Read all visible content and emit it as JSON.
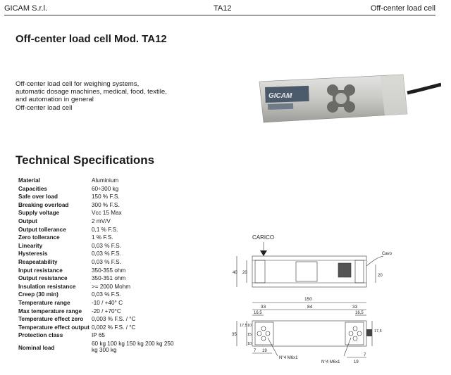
{
  "header": {
    "company": "GICAM S.r.l.",
    "model": "TA12",
    "category": "Off-center load cell"
  },
  "title": "Off-center load cell Mod. TA12",
  "intro": {
    "lines": [
      "Off-center load cell for weighing systems,",
      "automatic dosage machines, medical, food, textile,",
      "and automation in general",
      "Off-center load cell"
    ]
  },
  "photo": {
    "brand": "GICAM"
  },
  "specs_title": "Technical Specifications",
  "specs": [
    {
      "label": "Material",
      "value": "Aluminium"
    },
    {
      "label": "Capacities",
      "value": "60÷300 kg"
    },
    {
      "label": "Safe over load",
      "value": "150 % F.S."
    },
    {
      "label": "Breaking overload",
      "value": "300 % F.S."
    },
    {
      "label": "Supply voltage",
      "value": "Vcc 15 Max"
    },
    {
      "label": "Output",
      "value": "2 mV/V"
    },
    {
      "label": "Output tollerance",
      "value": "0,1 % F.S."
    },
    {
      "label": "Zero tollerance",
      "value": "1 % F.S."
    },
    {
      "label": "Linearity",
      "value": "0,03 % F.S."
    },
    {
      "label": "Hysteresis",
      "value": "0,03 % F.S."
    },
    {
      "label": "Reapeatability",
      "value": "0,03 % F.S."
    },
    {
      "label": "Input resistance",
      "value": "350-355 ohm"
    },
    {
      "label": "Output resistance",
      "value": "350-351 ohm"
    },
    {
      "label": "Insulation resistance",
      "value": ">= 2000 Mohm"
    },
    {
      "label": "Creep (30 min)",
      "value": "0,03 % F.S."
    },
    {
      "label": "Temperature range",
      "value": "-10 / +40° C"
    },
    {
      "label": "Max temperature range",
      "value": "-20 / +70°C"
    },
    {
      "label": "Temperature effect zero",
      "value": "0,003 % F.S. / °C"
    },
    {
      "label": "Temperature effect output",
      "value": "0,002 % F.S. / °C"
    },
    {
      "label": "Protection class",
      "value": "IP 65"
    }
  ],
  "nominal_load": {
    "label": "Nominal load",
    "value": "60 kg 100 kg 150 kg 200 kg 250 kg 300 kg"
  },
  "drawing": {
    "carico": "CARICO",
    "cavo": "Cavo",
    "h40": "40",
    "h20": "20",
    "h20r": "20",
    "w150": "150",
    "w33a": "33",
    "w84": "84",
    "w33b": "33",
    "w16a": "16,5",
    "w16b": "16,5",
    "v35": "35",
    "v175a": "17,5",
    "v10a": "10",
    "v15": "15",
    "v10b": "10",
    "v175r": "17,5",
    "b7a": "7",
    "b19a": "19",
    "b7b": "7",
    "b19b": "19",
    "thread_a": "N°4 M6x1",
    "thread_b": "N°4 M6x1"
  }
}
